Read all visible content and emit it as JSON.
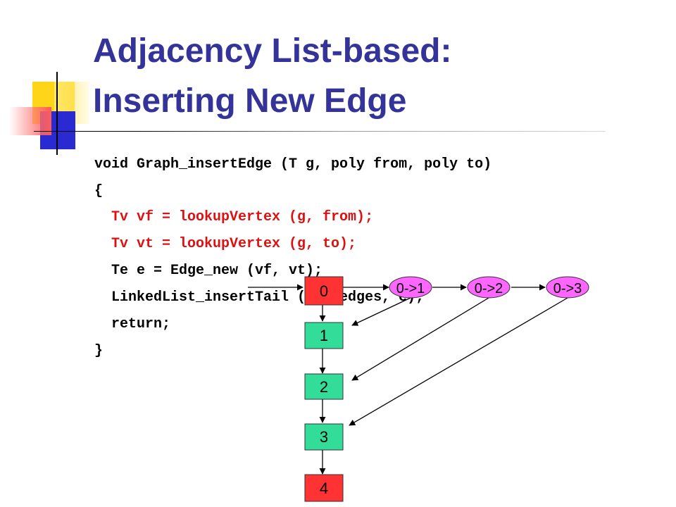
{
  "slide": {
    "title_line1": "Adjacency List-based:",
    "title_line2": "Inserting New Edge"
  },
  "code": {
    "line1": "void Graph_insertEdge (T g, poly from, poly to)",
    "line2": "{",
    "line3": "  Tv vf = lookupVertex (g, from);",
    "line4": "  Tv vt = lookupVertex (g, to);",
    "line5": "  Te e = Edge_new (vf, vt);",
    "line6": "  LinkedList_insertTail (vf->edges, e);",
    "line7": "  return;",
    "line8": "}"
  },
  "diagram": {
    "vertices": [
      "0",
      "1",
      "2",
      "3",
      "4"
    ],
    "edges": [
      "0->1",
      "0->2",
      "0->3"
    ],
    "colors": {
      "highlight_vertex": "#ff3333",
      "vertex": "#33dd99",
      "edge_node": "#ff66ff",
      "code_highlight": "#dd1111",
      "title": "#333399"
    }
  }
}
